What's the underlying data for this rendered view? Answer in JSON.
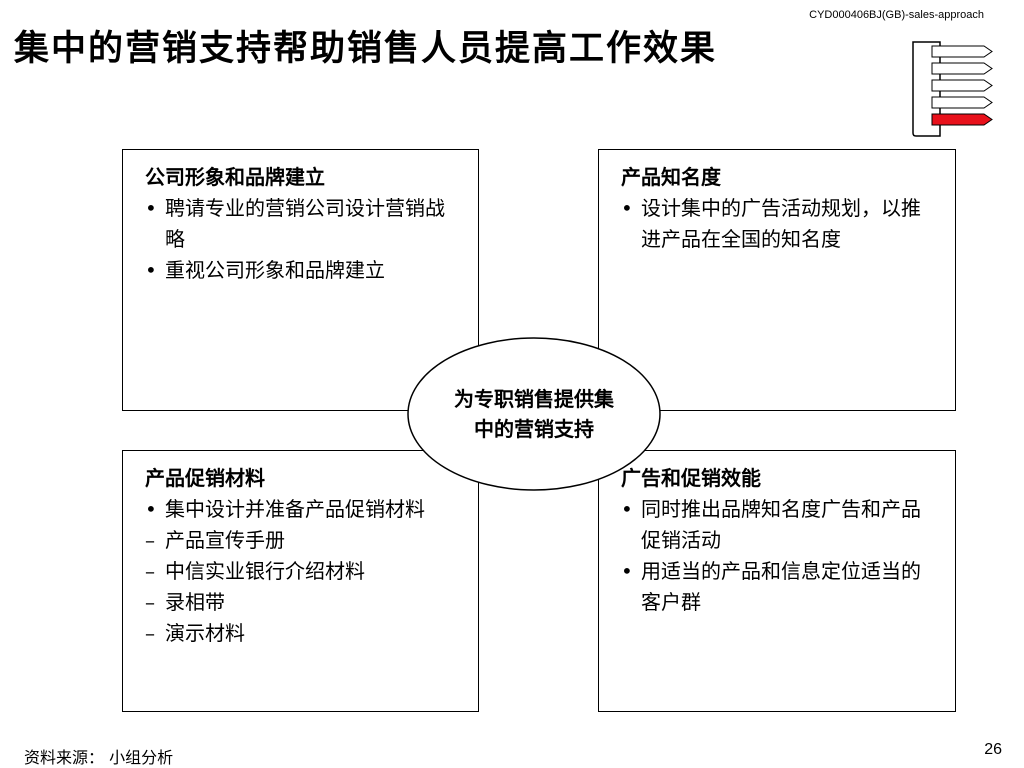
{
  "header": {
    "doc_id": "CYD000406BJ(GB)-sales-approach",
    "title": "集中的营销支持帮助销售人员提高工作效果"
  },
  "navigator": {
    "icon": "section-progress-icon",
    "active_index": 4,
    "total": 5,
    "active_color": "#e8111b"
  },
  "quadrants": {
    "top_left": {
      "heading": "公司形象和品牌建立",
      "bullets": [
        "聘请专业的营销公司设计营销战略",
        "重视公司形象和品牌建立"
      ]
    },
    "top_right": {
      "heading": "产品知名度",
      "bullets": [
        "设计集中的广告活动规划，以推进产品在全国的知名度"
      ]
    },
    "bottom_left": {
      "heading": "产品促销材料",
      "bullets": [
        "集中设计并准备产品促销材料"
      ],
      "sub_items": [
        "产品宣传手册",
        "中信实业银行介绍材料",
        "录相带",
        "演示材料"
      ]
    },
    "bottom_right": {
      "heading": "广告和促销效能",
      "bullets": [
        "同时推出品牌知名度广告和产品促销活动",
        "用适当的产品和信息定位适当的客户群"
      ]
    }
  },
  "center": {
    "line1": "为专职销售提供集",
    "line2": "中的营销支持"
  },
  "footer": {
    "source": "资料来源： 小组分析",
    "page_number": "26"
  },
  "markers": {
    "bullet": "•",
    "dash": "–"
  }
}
